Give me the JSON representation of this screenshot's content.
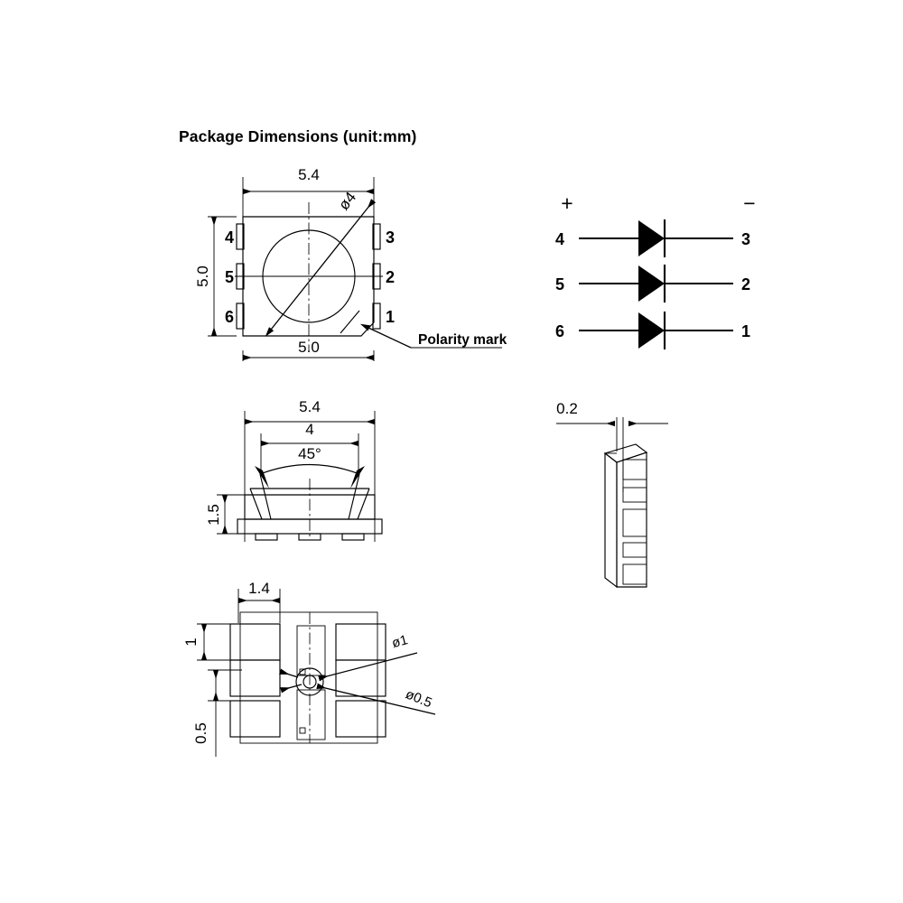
{
  "title": "Package Dimensions (unit:mm)",
  "background_color": "#ffffff",
  "line_color": "#000000",
  "views": {
    "top_view": {
      "name": "top-view",
      "dimensions": {
        "width_overall": "5.4",
        "height_overall": "5.0",
        "width_body": "5.0",
        "lens_diameter": "ø4"
      },
      "pins_left": [
        "4",
        "5",
        "6"
      ],
      "pins_right": [
        "3",
        "2",
        "1"
      ],
      "annotation": "Polarity mark"
    },
    "side_view": {
      "name": "side-view",
      "dimensions": {
        "width_overall": "5.4",
        "width_lens": "4",
        "beam_angle": "45°",
        "height": "1.5"
      }
    },
    "end_view": {
      "name": "end-view",
      "dimensions": {
        "thickness": "0.2"
      }
    },
    "footprint": {
      "name": "solder-pad-footprint",
      "dimensions": {
        "pad_width": "1.4",
        "pad_height": "1",
        "pad_gap": "0.5",
        "hole_outer": "ø1",
        "hole_inner": "ø0.5"
      }
    },
    "circuit": {
      "name": "circuit-schematic",
      "plus_sign": "+",
      "minus_sign": "−",
      "diodes": [
        {
          "anode": "4",
          "cathode": "3"
        },
        {
          "anode": "5",
          "cathode": "2"
        },
        {
          "anode": "6",
          "cathode": "1"
        }
      ]
    }
  }
}
